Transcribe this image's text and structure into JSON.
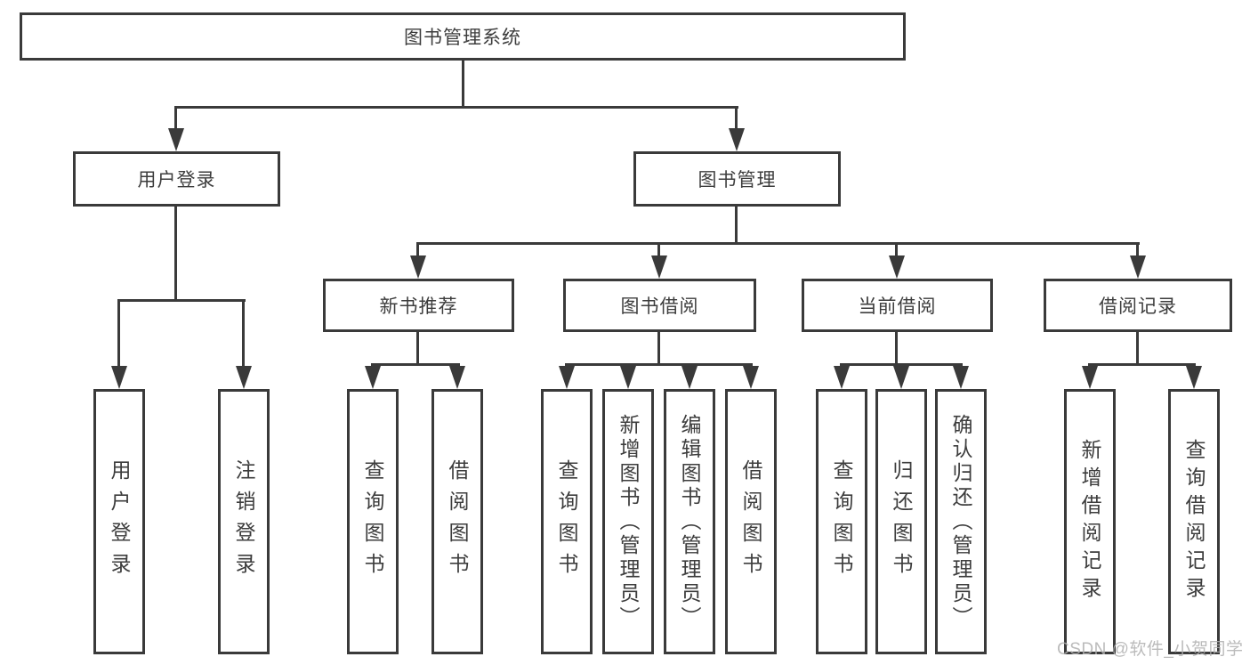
{
  "diagram": {
    "title_box": "图书管理系统",
    "branches": [
      {
        "label": "用户登录",
        "children": [
          "用户登录",
          "注销登录"
        ]
      },
      {
        "label": "图书管理",
        "sections": [
          {
            "label": "新书推荐",
            "children": [
              "查询图书",
              "借阅图书"
            ]
          },
          {
            "label": "图书借阅",
            "children": [
              "查询图书",
              "新增图书（管理员）",
              "编辑图书（管理员）",
              "借阅图书"
            ]
          },
          {
            "label": "当前借阅",
            "children": [
              "查询图书",
              "归还图书",
              "确认归还（管理员）"
            ]
          },
          {
            "label": "借阅记录",
            "children": [
              "新增借阅记录",
              "查询借阅记录"
            ]
          }
        ]
      }
    ],
    "watermark": "CSDN @软件_小贺同学",
    "colors": {
      "line": "#3a3a3a",
      "text": "#3d3d3d",
      "watermark": "#b0b0b0"
    }
  }
}
